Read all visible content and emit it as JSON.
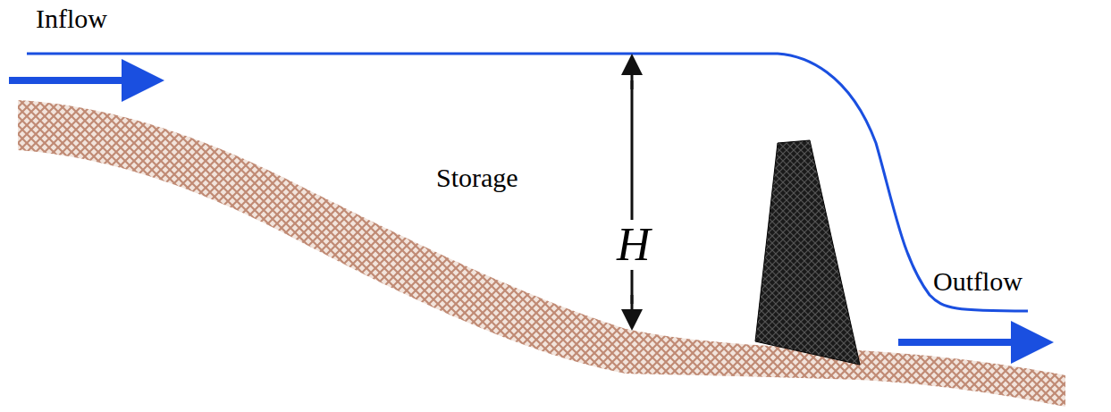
{
  "diagram": {
    "labels": [
      "Inflow",
      "Storage",
      "H",
      "Outflow"
    ]
  }
}
